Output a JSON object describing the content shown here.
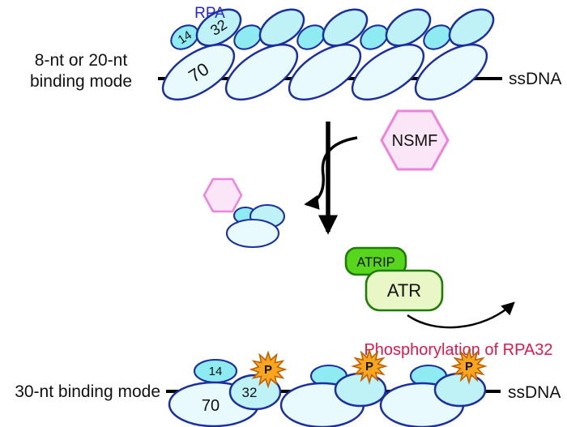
{
  "colors": {
    "rpa_outline": "#1c2f9e",
    "subunit14": "#8debf1",
    "subunit32": "#bff2f7",
    "subunit70": "#e8fafc",
    "nsmf_fill": "#fbe6f7",
    "nsmf_stroke": "#ef82da",
    "atrip_fill": "#58d61e",
    "atr_fill": "#e9f6c5",
    "atr_stroke": "#1d7d04",
    "phospho_star_fill": "#f9a61f",
    "phospho_star_stroke": "#c06000",
    "phospho_text": "#e3174b",
    "rpa_text": "#2727cf",
    "ssdna": "#000000"
  },
  "top_section": {
    "binding_mode_line1": "8-nt or 20-nt",
    "binding_mode_line2": "binding mode",
    "rpa_label": "RPA",
    "subunit_14": "14",
    "subunit_32": "32",
    "subunit_70": "70",
    "ssdna_label": "ssDNA"
  },
  "middle_section": {
    "nsmf_label": "NSMF",
    "atrip_label": "ATRIP",
    "atr_label": "ATR"
  },
  "bottom_section": {
    "binding_mode_label": "30-nt binding mode",
    "phosphorylation_label": "Phosphorylation of RPA32",
    "phospho_p": "P",
    "subunit_14": "14",
    "subunit_32": "32",
    "subunit_70": "70",
    "ssdna_label": "ssDNA"
  }
}
